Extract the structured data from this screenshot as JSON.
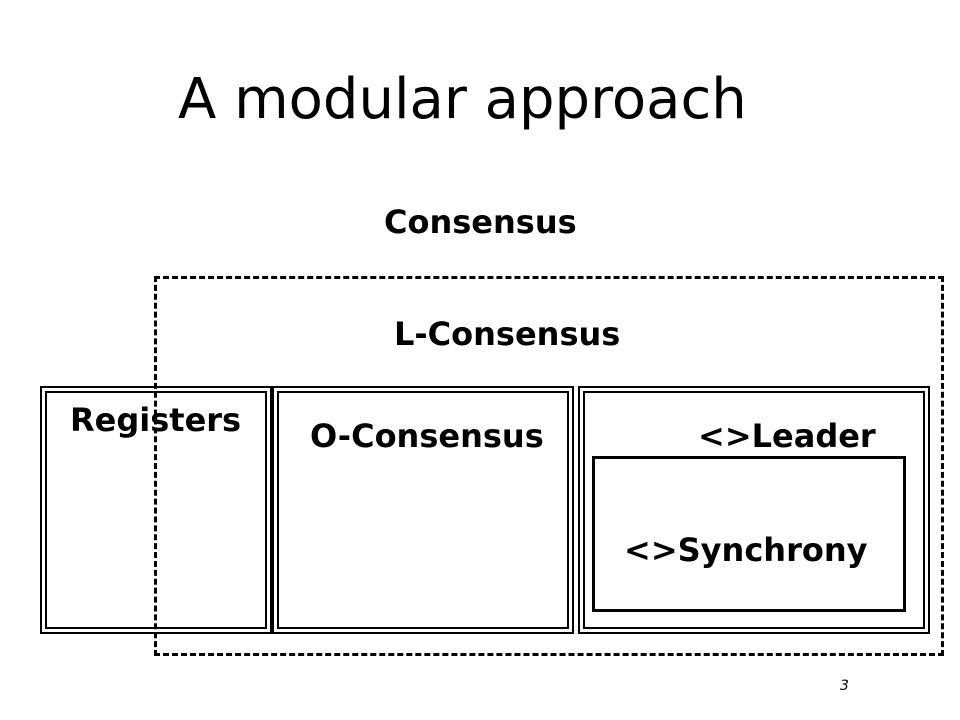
{
  "slide": {
    "title": "A modular approach",
    "page_number": "3"
  },
  "diagram": {
    "consensus_label": "Consensus",
    "l_consensus_label": "L-Consensus",
    "registers_label": "Registers",
    "o_consensus_label": "O-Consensus",
    "leader_label": "<>Leader",
    "synchrony_label": "<>Synchrony"
  }
}
